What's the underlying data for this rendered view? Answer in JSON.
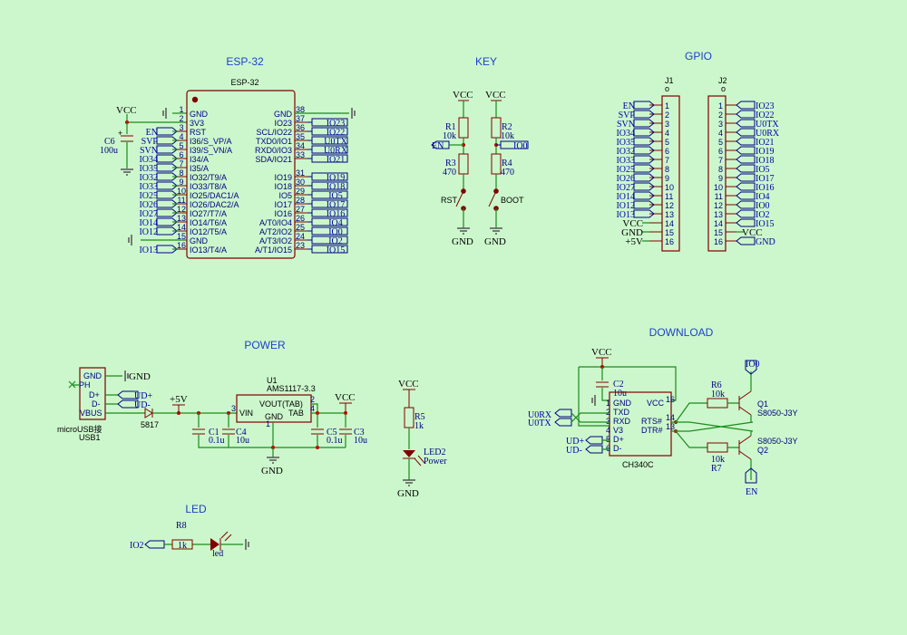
{
  "titles": {
    "esp32": "ESP-32",
    "key": "KEY",
    "gpio": "GPIO",
    "power": "POWER",
    "download": "DOWNLOAD",
    "led": "LED"
  },
  "esp32": {
    "ref": "ESP-32",
    "vcc_label": "VCC",
    "c6_plus": "+",
    "c6_ref": "C6",
    "c6_value": "100u",
    "left_pins": [
      {
        "num": "1",
        "name": "GND",
        "port": ""
      },
      {
        "num": "2",
        "name": "3V3",
        "port": ""
      },
      {
        "num": "3",
        "name": "RST",
        "port": "EN"
      },
      {
        "num": "4",
        "name": "I36/S_VP/A",
        "port": "SVP"
      },
      {
        "num": "5",
        "name": "I39/S_VN/A",
        "port": "SVN"
      },
      {
        "num": "6",
        "name": "I34/A",
        "port": "IO34"
      },
      {
        "num": "7",
        "name": "I35/A",
        "port": "IO35"
      },
      {
        "num": "8",
        "name": "IO32/T9/A",
        "port": "IO32"
      },
      {
        "num": "9",
        "name": "IO33/T8/A",
        "port": "IO33"
      },
      {
        "num": "10",
        "name": "IO25/DAC1/A",
        "port": "IO25"
      },
      {
        "num": "11",
        "name": "IO26/DAC2/A",
        "port": "IO26"
      },
      {
        "num": "12",
        "name": "IO27/T7/A",
        "port": "IO27"
      },
      {
        "num": "13",
        "name": "IO14/T6/A",
        "port": "IO14"
      },
      {
        "num": "14",
        "name": "IO12/T5/A",
        "port": "IO12"
      },
      {
        "num": "15",
        "name": "GND",
        "port": ""
      },
      {
        "num": "16",
        "name": "IO13/T4/A",
        "port": "IO13"
      }
    ],
    "right_pins": [
      {
        "num": "38",
        "name": "GND",
        "port": ""
      },
      {
        "num": "37",
        "name": "IO23",
        "port": "IO23"
      },
      {
        "num": "36",
        "name": "SCL/IO22",
        "port": "IO22"
      },
      {
        "num": "35",
        "name": "TXD0/IO1",
        "port": "U0TX"
      },
      {
        "num": "34",
        "name": "RXD0/IO3",
        "port": "U0RX"
      },
      {
        "num": "33",
        "name": "SDA/IO21",
        "port": "IO21"
      },
      {
        "num": "31",
        "name": "IO19",
        "port": "IO19"
      },
      {
        "num": "30",
        "name": "IO18",
        "port": "IO18"
      },
      {
        "num": "29",
        "name": "IO5",
        "port": "IO5"
      },
      {
        "num": "28",
        "name": "IO17",
        "port": "IO17"
      },
      {
        "num": "27",
        "name": "IO16",
        "port": "IO16"
      },
      {
        "num": "26",
        "name": "A/T0/IO4",
        "port": "IO4"
      },
      {
        "num": "25",
        "name": "A/T2/IO2",
        "port": "IO0"
      },
      {
        "num": "24",
        "name": "A/T3/IO2",
        "port": "IO2"
      },
      {
        "num": "23",
        "name": "A/T1/IO15",
        "port": "IO15"
      }
    ]
  },
  "key": {
    "vcc1": "VCC",
    "vcc2": "VCC",
    "r1_ref": "R1",
    "r1_val": "10k",
    "r2_ref": "R2",
    "r2_val": "10k",
    "r3_ref": "R3",
    "r3_val": "470",
    "r4_ref": "R4",
    "r4_val": "470",
    "en_port": "EN",
    "io0_port": "IO0",
    "rst": "RST",
    "boot": "BOOT",
    "gnd1": "GND",
    "gnd2": "GND"
  },
  "gpio": {
    "j1_ref": "J1",
    "j2_ref": "J2",
    "marker": "o",
    "j1": [
      {
        "num": "1",
        "label": "EN"
      },
      {
        "num": "2",
        "label": "SVP"
      },
      {
        "num": "3",
        "label": "SVN"
      },
      {
        "num": "4",
        "label": "IO34"
      },
      {
        "num": "5",
        "label": "IO35"
      },
      {
        "num": "6",
        "label": "IO32"
      },
      {
        "num": "7",
        "label": "IO33"
      },
      {
        "num": "8",
        "label": "IO25"
      },
      {
        "num": "9",
        "label": "IO26"
      },
      {
        "num": "10",
        "label": "IO27"
      },
      {
        "num": "11",
        "label": "IO14"
      },
      {
        "num": "12",
        "label": "IO12"
      },
      {
        "num": "13",
        "label": "IO13"
      },
      {
        "num": "14",
        "label": "VCC"
      },
      {
        "num": "15",
        "label": "GND"
      },
      {
        "num": "16",
        "label": "+5V"
      }
    ],
    "j2": [
      {
        "num": "1",
        "label": "IO23"
      },
      {
        "num": "2",
        "label": "IO22"
      },
      {
        "num": "3",
        "label": "U0TX"
      },
      {
        "num": "4",
        "label": "U0RX"
      },
      {
        "num": "5",
        "label": "IO21"
      },
      {
        "num": "6",
        "label": "IO19"
      },
      {
        "num": "7",
        "label": "IO18"
      },
      {
        "num": "8",
        "label": "IO5"
      },
      {
        "num": "9",
        "label": "IO17"
      },
      {
        "num": "10",
        "label": "IO16"
      },
      {
        "num": "11",
        "label": "IO4"
      },
      {
        "num": "12",
        "label": "IO0"
      },
      {
        "num": "13",
        "label": "IO2"
      },
      {
        "num": "14",
        "label": "IO15"
      },
      {
        "num": "15",
        "label": "VCC"
      },
      {
        "num": "16",
        "label": "GND"
      }
    ]
  },
  "power": {
    "usb": {
      "gnd": "GND",
      "ph": "PH",
      "dp": "D+",
      "dm": "D-",
      "vbus": "VBUS",
      "name": "microUSB接",
      "ref": "USB1",
      "gnd_net": "GND",
      "udp": "UD+",
      "udm": "UD-"
    },
    "diode": "5817",
    "v5": "+5V",
    "c1_ref": "C1",
    "c1_val": "0.1u",
    "c4_ref": "C4",
    "c4_val": "10u",
    "u1_ref": "U1",
    "u1_part": "AMS1117-3.3",
    "u1_vouttab": "VOUT(TAB)",
    "u1_vin": "VIN",
    "u1_tab": "TAB",
    "u1_gnd": "GND",
    "pin1": "1",
    "pin2": "2",
    "pin3": "3",
    "pin4": "4",
    "vcc": "VCC",
    "c5_ref": "C5",
    "c5_val": "0.1u",
    "c3_ref": "C3",
    "c3_val": "10u",
    "gnd": "GND",
    "led2_vcc": "VCC",
    "r5_ref": "R5",
    "r5_val": "1k",
    "led2_ref": "LED2",
    "led2_val": "Power",
    "led2_gnd": "GND"
  },
  "download": {
    "vcc": "VCC",
    "c2_ref": "C2",
    "c2_val": "10u",
    "ch340c": "CH340C",
    "pins": {
      "gnd": "GND",
      "txd": "TXD",
      "rxd": "RXD",
      "v3": "V3",
      "dp": "D+",
      "dm": "D-",
      "vcc": "VCC",
      "rts": "RTS#",
      "dtr": "DTR#",
      "n1": "1",
      "n2": "2",
      "n3": "3",
      "n4": "4",
      "n5": "5",
      "n6": "6",
      "n16": "16",
      "n14": "14",
      "n13": "13"
    },
    "u0rx": "U0RX",
    "u0tx": "U0TX",
    "udp": "UD+",
    "udm": "UD-",
    "r6_ref": "R6",
    "r6_val": "10k",
    "r7_ref": "R7",
    "r7_val": "10k",
    "io0": "IO0",
    "en": "EN",
    "q1_ref": "Q1",
    "q1_part": "S8050-J3Y",
    "q2_ref": "Q2",
    "q2_part": "S8050-J3Y"
  },
  "led": {
    "io2": "IO2",
    "r8_ref": "R8",
    "r8_val": "1k",
    "led_val": "led"
  }
}
